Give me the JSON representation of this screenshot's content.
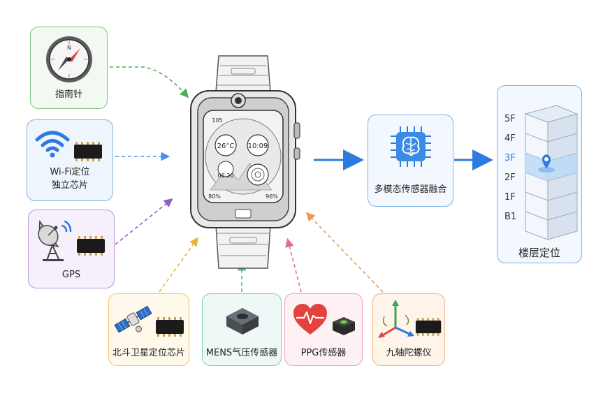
{
  "sensors": {
    "compass": {
      "label": "指南针",
      "color": "#7cc47f",
      "bg": "#f1f9f0"
    },
    "wifi": {
      "label_line1": "Wi-Fi定位",
      "label_line2": "独立芯片",
      "color": "#7fb2e8",
      "bg": "#eef5fd"
    },
    "gps": {
      "label": "GPS",
      "color": "#b79ad8",
      "bg": "#f5f0fb"
    },
    "beidou": {
      "label": "北斗卫星定位芯片",
      "color": "#f0c46a",
      "bg": "#fff9ec"
    },
    "mens": {
      "label": "MENS气压传感器",
      "color": "#7ec8c0",
      "bg": "#eef8f7"
    },
    "ppg": {
      "label": "PPG传感器",
      "color": "#ef9fb4",
      "bg": "#fdf1f4"
    },
    "gyro": {
      "label": "九轴陀螺仪",
      "color": "#f2b07a",
      "bg": "#fff4ea"
    }
  },
  "fusion": {
    "label": "多模态传感器融合",
    "color": "#7fb2e8",
    "bg": "#f3f8fe"
  },
  "floor_card": {
    "label": "楼层定位",
    "color": "#7fb2e8",
    "bg": "#f3f8fe",
    "floors": [
      "5F",
      "4F",
      "3F",
      "2F",
      "1F",
      "B1"
    ],
    "active_floor": "3F",
    "active_color": "#2d7be0"
  },
  "watch": {
    "temperature": "26°C",
    "time": "10:09",
    "sub_time": "06:20",
    "top_left": "105",
    "bottom_left": "80%",
    "bottom_right": "96%"
  }
}
